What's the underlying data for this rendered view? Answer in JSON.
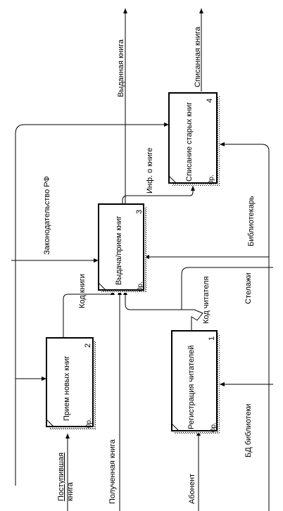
{
  "blocks": [
    {
      "id": "block-1",
      "title": "Регистрация читателей",
      "number": "1",
      "cost": "0р."
    },
    {
      "id": "block-2",
      "title": "Прием новых книг",
      "number": "2",
      "cost": "0р."
    },
    {
      "id": "block-3",
      "title": "Выдача/прием книг",
      "number": "3",
      "cost": "0р."
    },
    {
      "id": "block-4",
      "title": "Списание старых книг",
      "number": "4",
      "cost": "0р."
    }
  ],
  "arrows": {
    "incoming_book": [
      "Поступившая",
      "книга"
    ],
    "received_book": "Полученная книга",
    "subscriber": "Абонент",
    "library_db": "БД библиотеки",
    "shelves": "Стелажи",
    "librarian": "Библиотекарь",
    "law": "Законодательство РФ",
    "book_code": "Код книги",
    "reader_code": "Код читателя",
    "book_info": "Инф. о книге",
    "issued_book": "Выданная книга",
    "written_off_book": "Списанная книга"
  },
  "colors": {
    "line": "#000000",
    "box_fill": "#ffffff",
    "background": "#ffffff"
  }
}
